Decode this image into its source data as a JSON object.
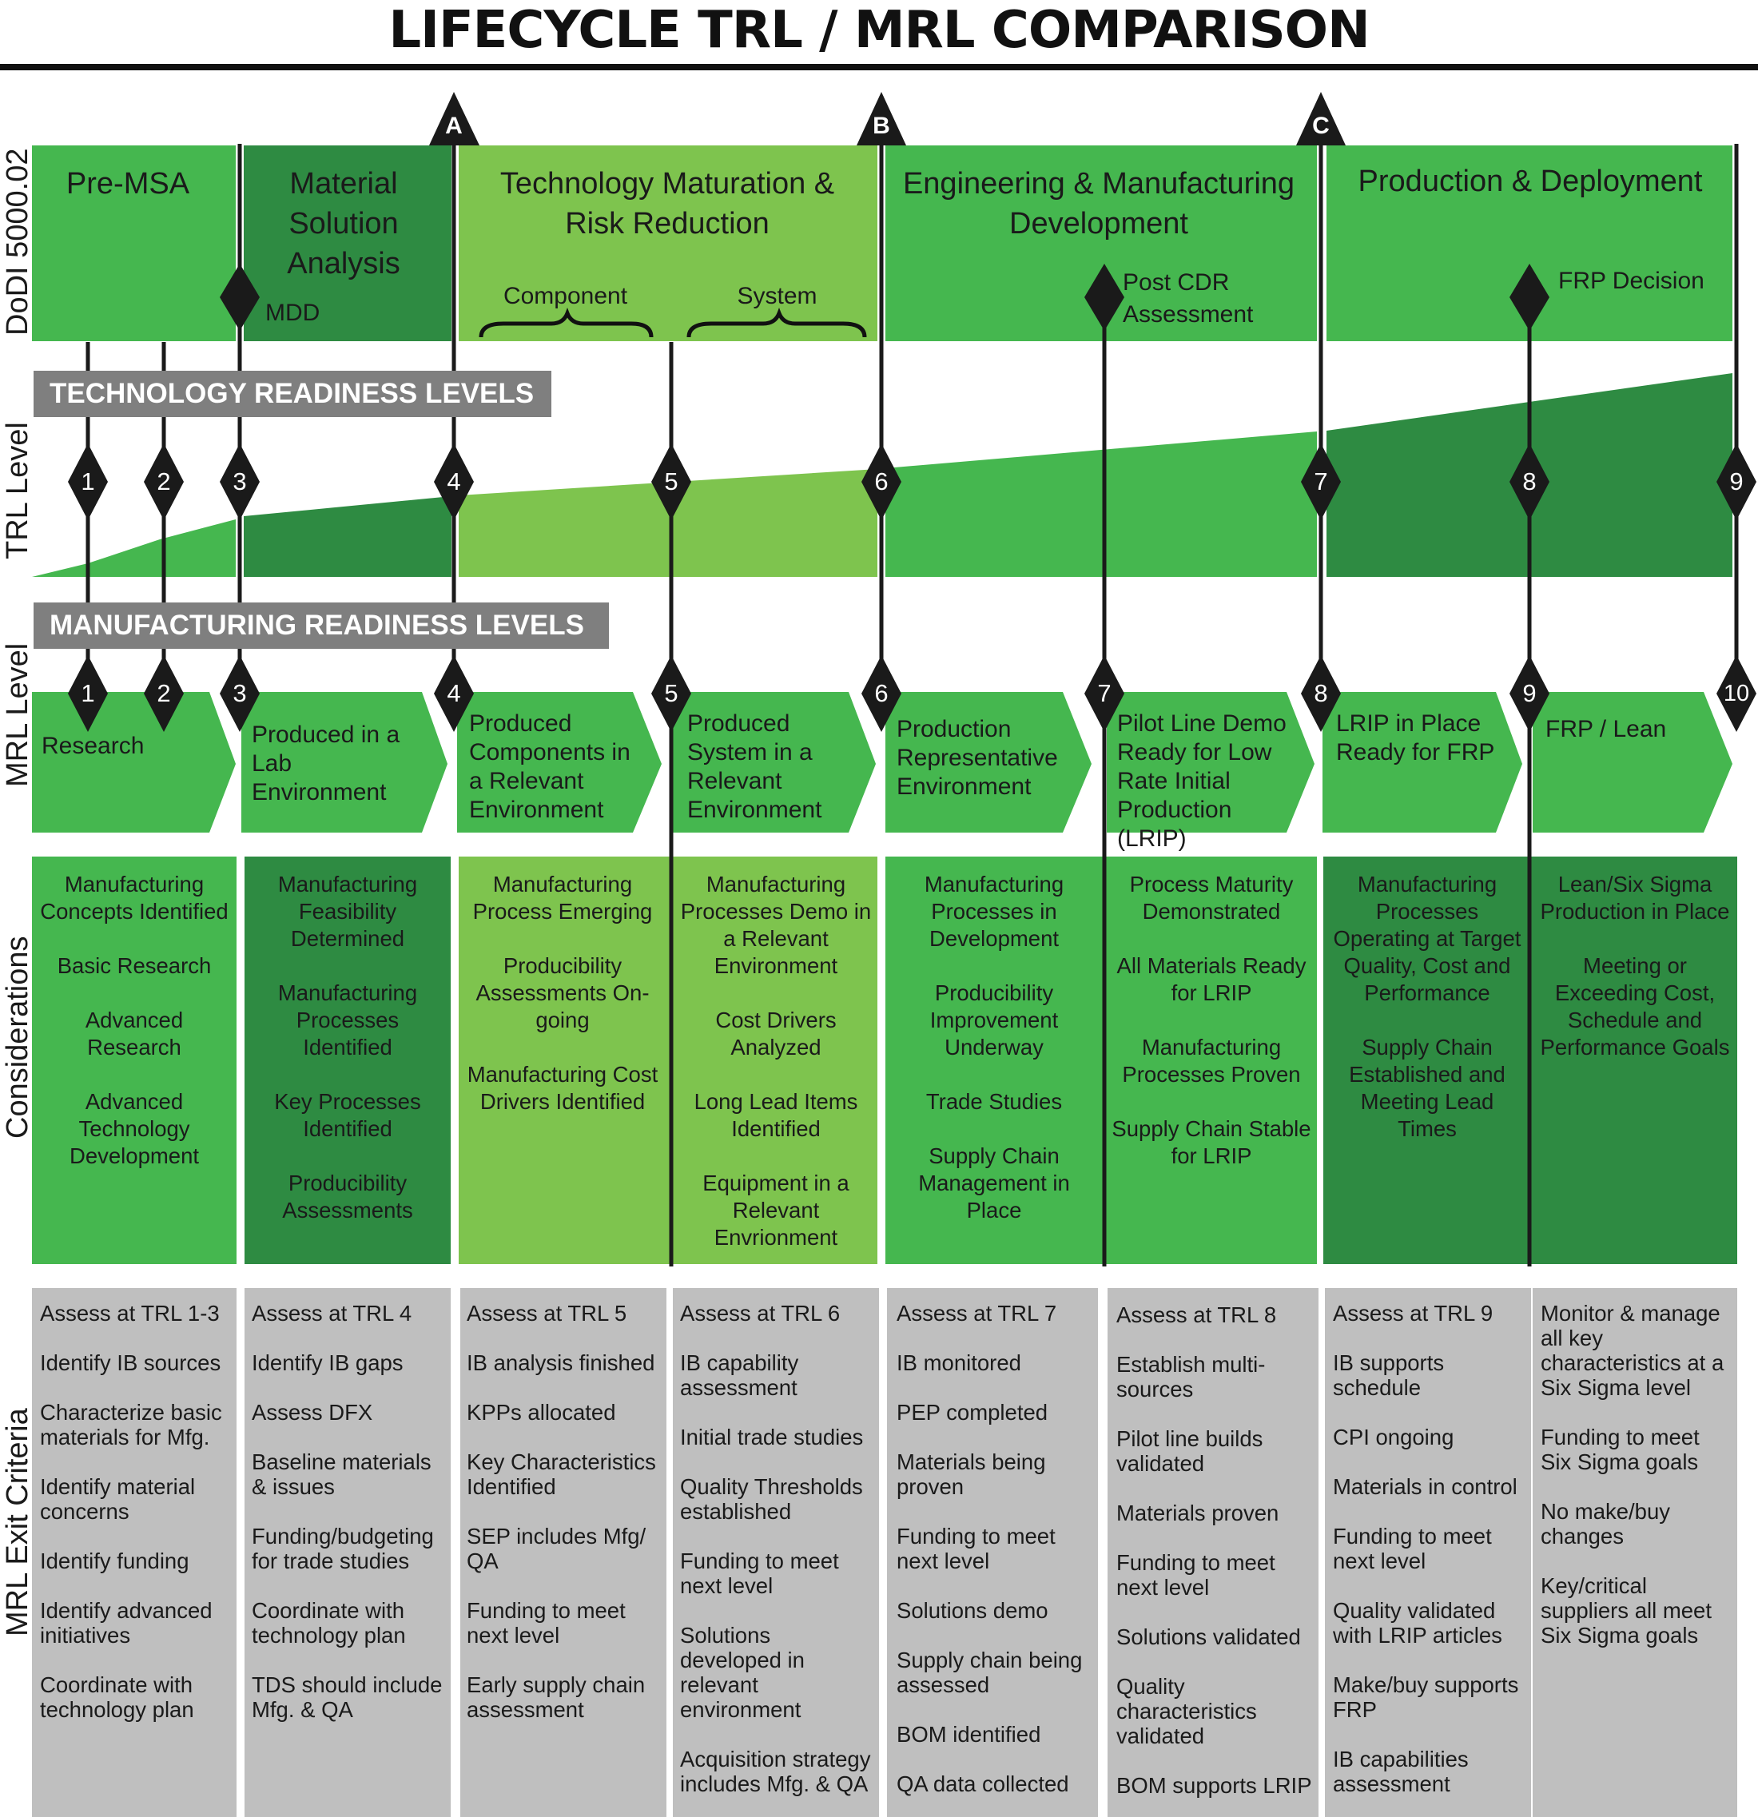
{
  "title": "LIFECYCLE TRL / MRL COMPARISON",
  "row_labels": {
    "dodi": "DoDI 5000.02",
    "trl": "TRL Level",
    "mrl": "MRL Level",
    "considerations": "Considerations",
    "exit": "MRL Exit Criteria"
  },
  "milestones": [
    "A",
    "B",
    "C"
  ],
  "phases": [
    "Pre-MSA",
    "Material Solution Analysis",
    "Technology Maturation & Risk Reduction",
    "Engineering & Manufacturing Development",
    "Production & Deployment"
  ],
  "sub_phases": [
    "Component",
    "System"
  ],
  "decision_points": [
    "MDD",
    "Post CDR Assessment",
    "FRP Decision"
  ],
  "banners": {
    "trl": "TECHNOLOGY READINESS LEVELS",
    "mrl": "MANUFACTURING READINESS LEVELS"
  },
  "trl_levels": [
    "1",
    "2",
    "3",
    "4",
    "5",
    "6",
    "7",
    "8",
    "9"
  ],
  "mrl_levels": [
    "1",
    "2",
    "3",
    "4",
    "5",
    "6",
    "7",
    "8",
    "9",
    "10"
  ],
  "mrl_descriptions": [
    "Research",
    "Produced in a Lab Environment",
    "Produced Components in a Relevant Environment",
    "Produced System in a Relevant Environment",
    "Production Representative Environment",
    "Pilot Line Demo Ready for Low Rate Initial Production (LRIP)",
    "LRIP in Place Ready for FRP",
    "FRP / Lean"
  ],
  "considerations": [
    [
      "Manufacturing Concepts Identified",
      "Basic Research",
      "Advanced Research",
      "Advanced Technology Development"
    ],
    [
      "Manufacturing Feasibility Determined",
      "Manufacturing Processes Identified",
      "Key Processes Identified",
      "Producibility Assessments"
    ],
    [
      "Manufacturing Process Emerging",
      "Producibility Assessments On-going",
      "Manufacturing Cost Drivers Identified"
    ],
    [
      "Manufacturing Processes Demo in a Relevant Environment",
      "Cost Drivers Analyzed",
      "Long Lead Items Identified",
      "Equipment in a Relevant Envrionment"
    ],
    [
      "Manufacturing Processes in Development",
      "Producibility Improvement Underway",
      "Trade Studies",
      "Supply Chain Management in Place"
    ],
    [
      "Process Maturity Demonstrated",
      "All Materials Ready for LRIP",
      "Manufacturing Processes Proven",
      "Supply Chain Stable for LRIP"
    ],
    [
      "Manufacturing Processes Operating at Target Quality, Cost and Performance",
      "Supply Chain Established and Meeting Lead Times"
    ],
    [
      "Lean/Six Sigma Production in Place",
      "Meeting or Exceeding Cost, Schedule and Performance Goals"
    ]
  ],
  "exit_criteria": [
    [
      "Assess at TRL 1-3",
      "Identify IB sources",
      "Characterize basic materials for Mfg.",
      "Identify material concerns",
      "Identify funding",
      "Identify advanced initiatives",
      "Coordinate with technology plan"
    ],
    [
      "Assess at TRL 4",
      "Identify IB gaps",
      "Assess DFX",
      "Baseline materials & issues",
      "Funding/budgeting for trade studies",
      "Coordinate with technology plan",
      "TDS should include Mfg. & QA"
    ],
    [
      "Assess at TRL 5",
      "IB analysis finished",
      "KPPs allocated",
      "Key Characteristics Identified",
      "SEP includes Mfg/ QA",
      "Funding to meet next level",
      "Early supply chain assessment"
    ],
    [
      "Assess at TRL 6",
      "IB capability assessment",
      "Initial trade studies",
      "Quality Thresholds established",
      "Funding to meet next level",
      "Solutions developed in relevant environment",
      "Acquisition strategy includes Mfg. & QA"
    ],
    [
      "Assess at TRL 7",
      "IB monitored",
      "PEP completed",
      "Materials being proven",
      "Funding to meet next level",
      "Solutions demo",
      "Supply chain being assessed",
      "BOM identified",
      "QA data collected"
    ],
    [
      "Assess at TRL 8",
      "Establish multi-sources",
      "Pilot line builds validated",
      "Materials proven",
      "Funding to meet next level",
      "Solutions validated",
      "Quality characteristics validated",
      "BOM supports LRIP"
    ],
    [
      "Assess at TRL 9",
      "IB supports schedule",
      "CPI ongoing",
      "Materials in control",
      "Funding to meet next level",
      "Quality validated with LRIP articles",
      "Make/buy supports FRP",
      "IB capabilities assessment"
    ],
    [
      "Monitor & manage all key characteristics at a Six Sigma level",
      "Funding to meet Six Sigma goals",
      "No make/buy changes",
      "Key/critical suppliers all meet Six Sigma goals"
    ]
  ],
  "colors": {
    "green_mid": "#45b74f",
    "green_dark": "#2e8b42",
    "green_light": "#7ec44e",
    "gray": "#bfbfbf",
    "banner_gray": "#7f7f7f",
    "line": "#1a1a1a"
  }
}
